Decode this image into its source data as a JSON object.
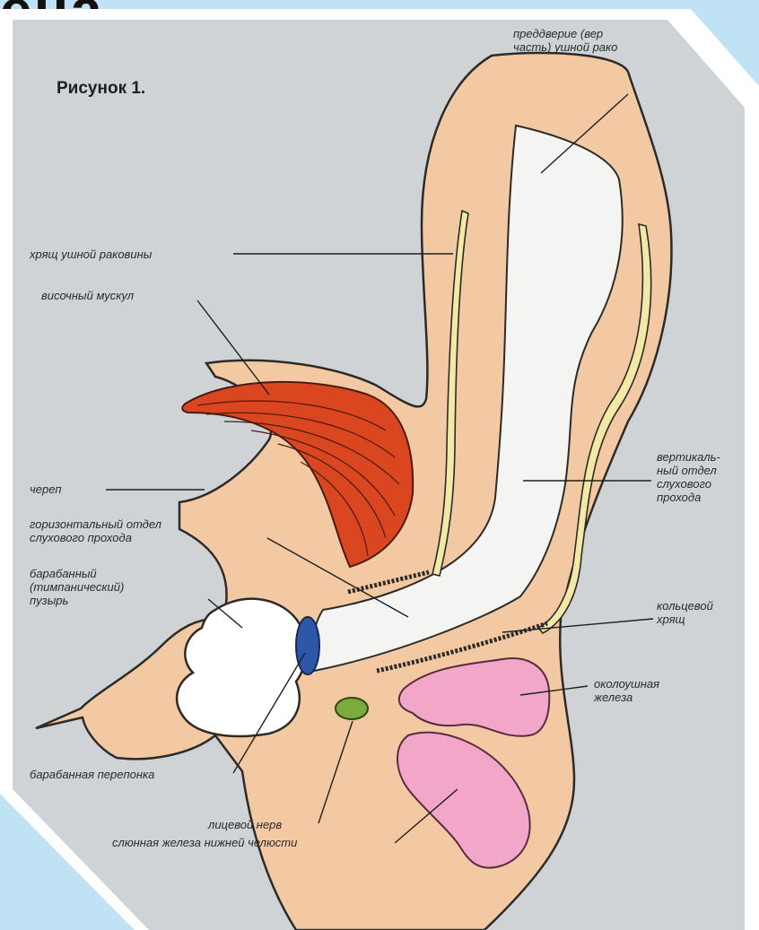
{
  "page": {
    "top_fragment": "ена",
    "figure_title": "Рисунок 1."
  },
  "labels": {
    "vestibule": "преддверие (вер\nчасть) ушной рако",
    "cartilage": "хрящ ушной раковины",
    "temporal_muscle": "височный мускул",
    "skull": "череп",
    "horizontal_canal": "горизонтальный отдел\nслухового прохода",
    "tympanic_bulla": "барабанный\n(тимпанический)\nпузырь",
    "vertical_canal": "вертикаль-\nный отдел\nслухового\nпрохода",
    "annular_cartilage": "кольцевой\nхрящ",
    "parotid_gland": "околоушная\nжелеза",
    "eardrum": "барабанная перепонка",
    "facial_nerve": "лицевой нерв",
    "mandibular_gland": "слюнная железа нижней челюсти"
  },
  "colors": {
    "background_frame": "#bfe3f5",
    "panel": "#cfd3d6",
    "tissue": "#f3c9a3",
    "canal": "#f4f4f2",
    "muscle": "#d9461f",
    "cartilage": "#f2e9a6",
    "eardrum": "#2e57a8",
    "nerve": "#7bab3c",
    "gland": "#f2a6c8"
  }
}
